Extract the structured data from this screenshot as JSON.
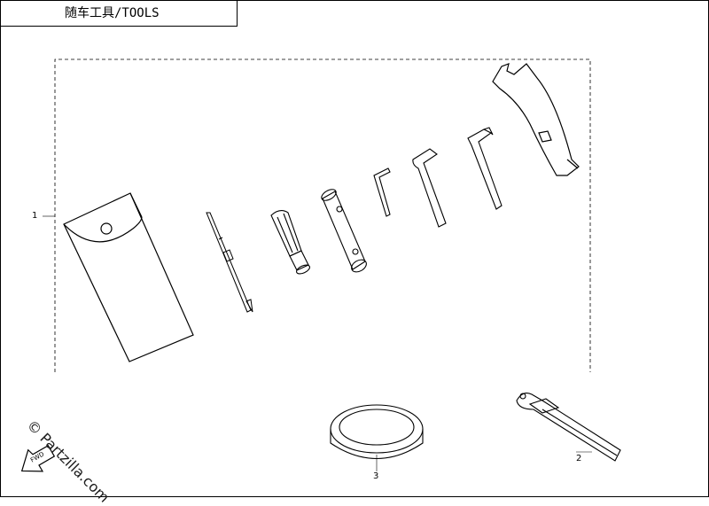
{
  "title": "随车工具/TOOLS",
  "callouts": {
    "item1": "1",
    "item2": "2",
    "item3": "3"
  },
  "watermark": "© Partzilla.com",
  "fwd_label": "FWD"
}
